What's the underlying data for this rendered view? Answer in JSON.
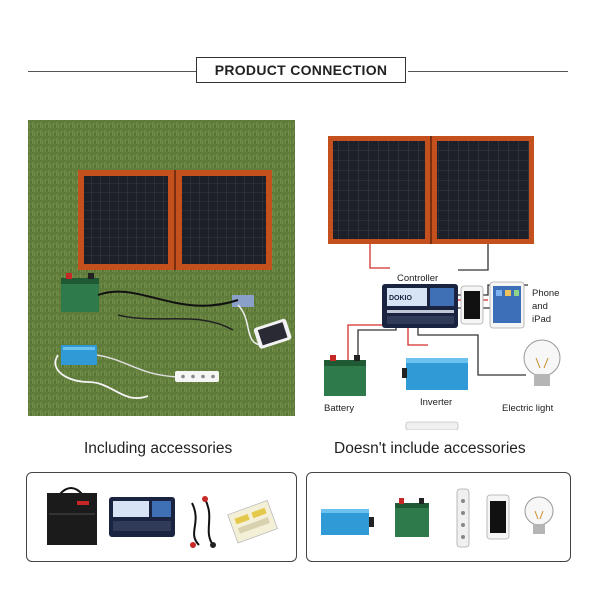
{
  "header": {
    "title": "PRODUCT CONNECTION"
  },
  "diagram": {
    "labels": {
      "controller": "Controller",
      "phone_line1": "Phone",
      "phone_line2": "and",
      "phone_line3": "iPad",
      "battery": "Battery",
      "inverter": "Inverter",
      "light": "Electric light"
    },
    "controller_screen_text": "DOKIO"
  },
  "captions": {
    "included": "Including accessories",
    "not_included": "Doesn't include accessories"
  },
  "colors": {
    "panel_frame": "#c4501e",
    "panel_cell": "#1c1f26",
    "grass": "#5e7a3a",
    "inverter_blue": "#2f9ad6",
    "battery_green": "#2f7a4a"
  }
}
